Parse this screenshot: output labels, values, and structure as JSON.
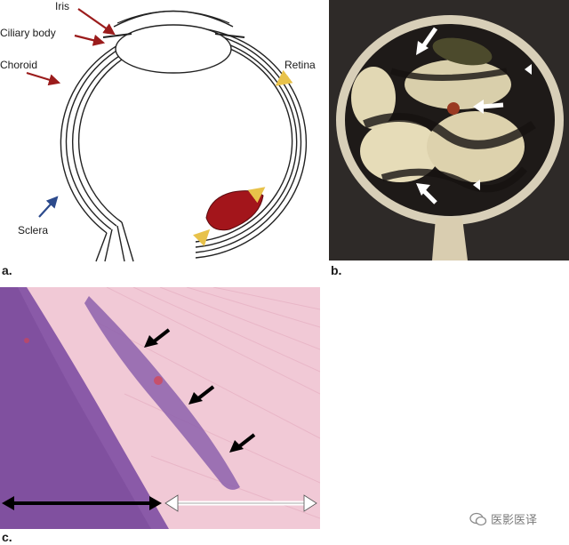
{
  "panel_a": {
    "letter": "a.",
    "labels": {
      "iris": "Iris",
      "ciliary_body": "Ciliary body",
      "choroid": "Choroid",
      "retina": "Retina",
      "sclera": "Sclera"
    },
    "colors": {
      "red_arrow": "#9b1c1c",
      "yellow_arrow": "#e8c24a",
      "blue_arrow": "#2c4a8c",
      "tumor": "#a3151b"
    }
  },
  "panel_b": {
    "letter": "b."
  },
  "panel_c": {
    "letter": "c."
  },
  "watermark": {
    "text": "医影医译",
    "icon": "wechat-icon"
  }
}
